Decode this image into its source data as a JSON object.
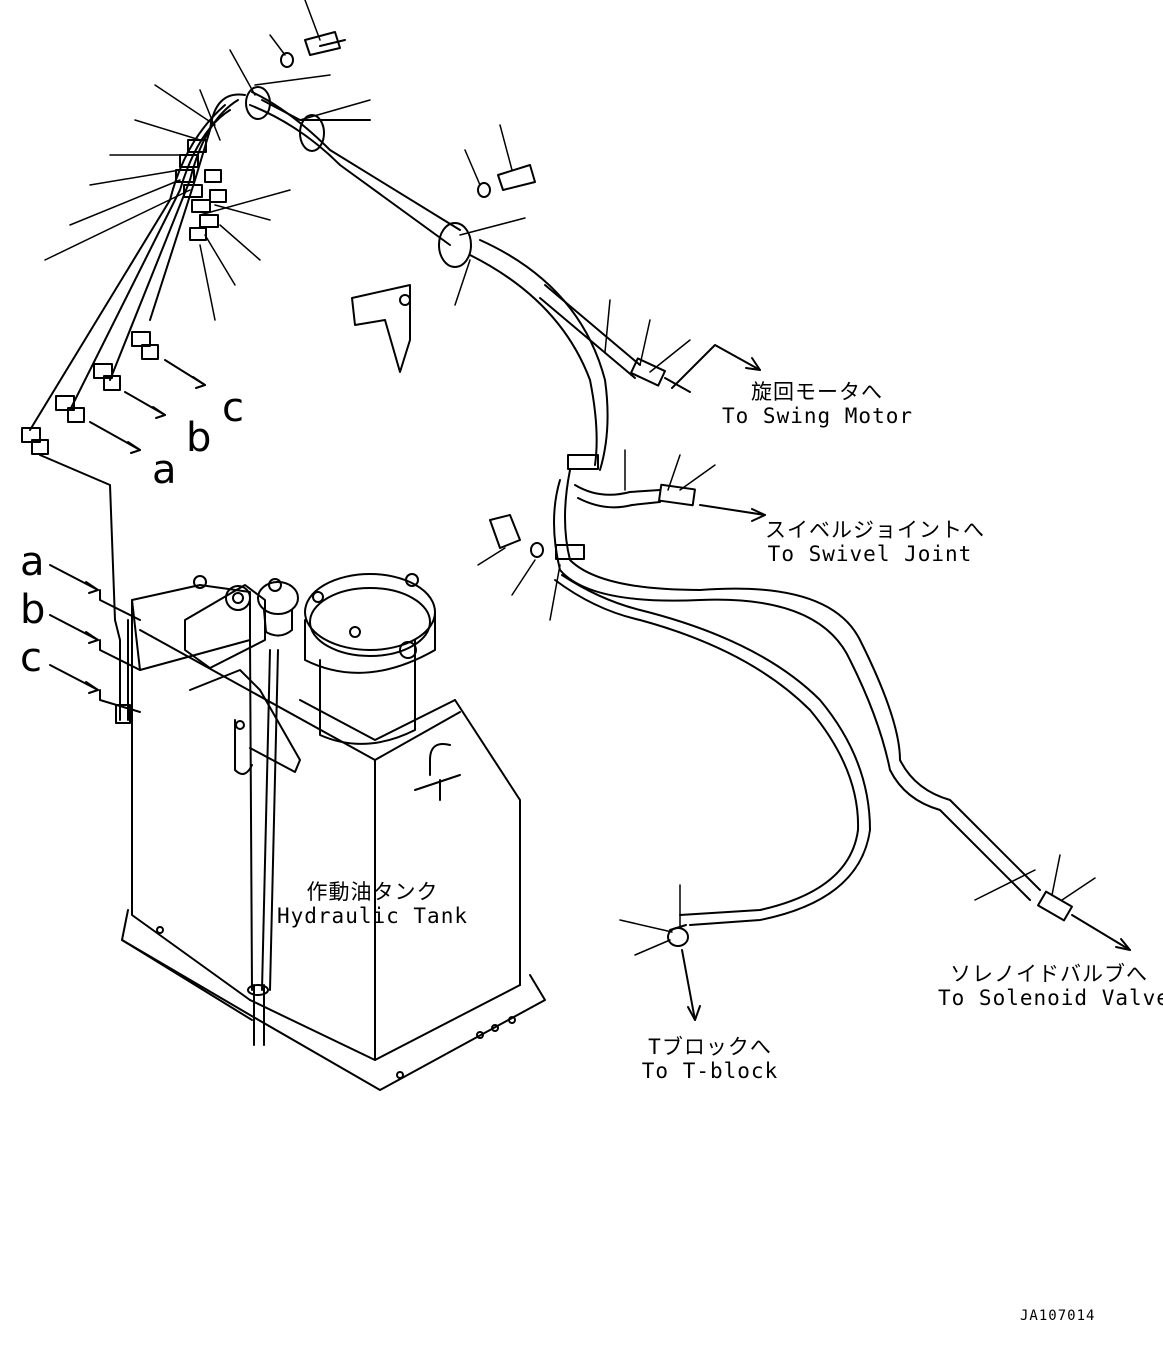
{
  "labels": {
    "swing_motor_jp": "旋回モータへ",
    "swing_motor_en": "To Swing Motor",
    "swivel_joint_jp": "スイベルジョイントへ",
    "swivel_joint_en": "To Swivel Joint",
    "tank_jp": "作動油タンク",
    "tank_en": "Hydraulic Tank",
    "tblock_jp": "Tブロックへ",
    "tblock_en": "To T-block",
    "solenoid_jp": "ソレノイドバルブへ",
    "solenoid_en": "To Solenoid Valve"
  },
  "port_letters_top": [
    "a",
    "b",
    "c"
  ],
  "port_letters_left": [
    "a",
    "b",
    "c"
  ],
  "drawing_code": "JA107014"
}
